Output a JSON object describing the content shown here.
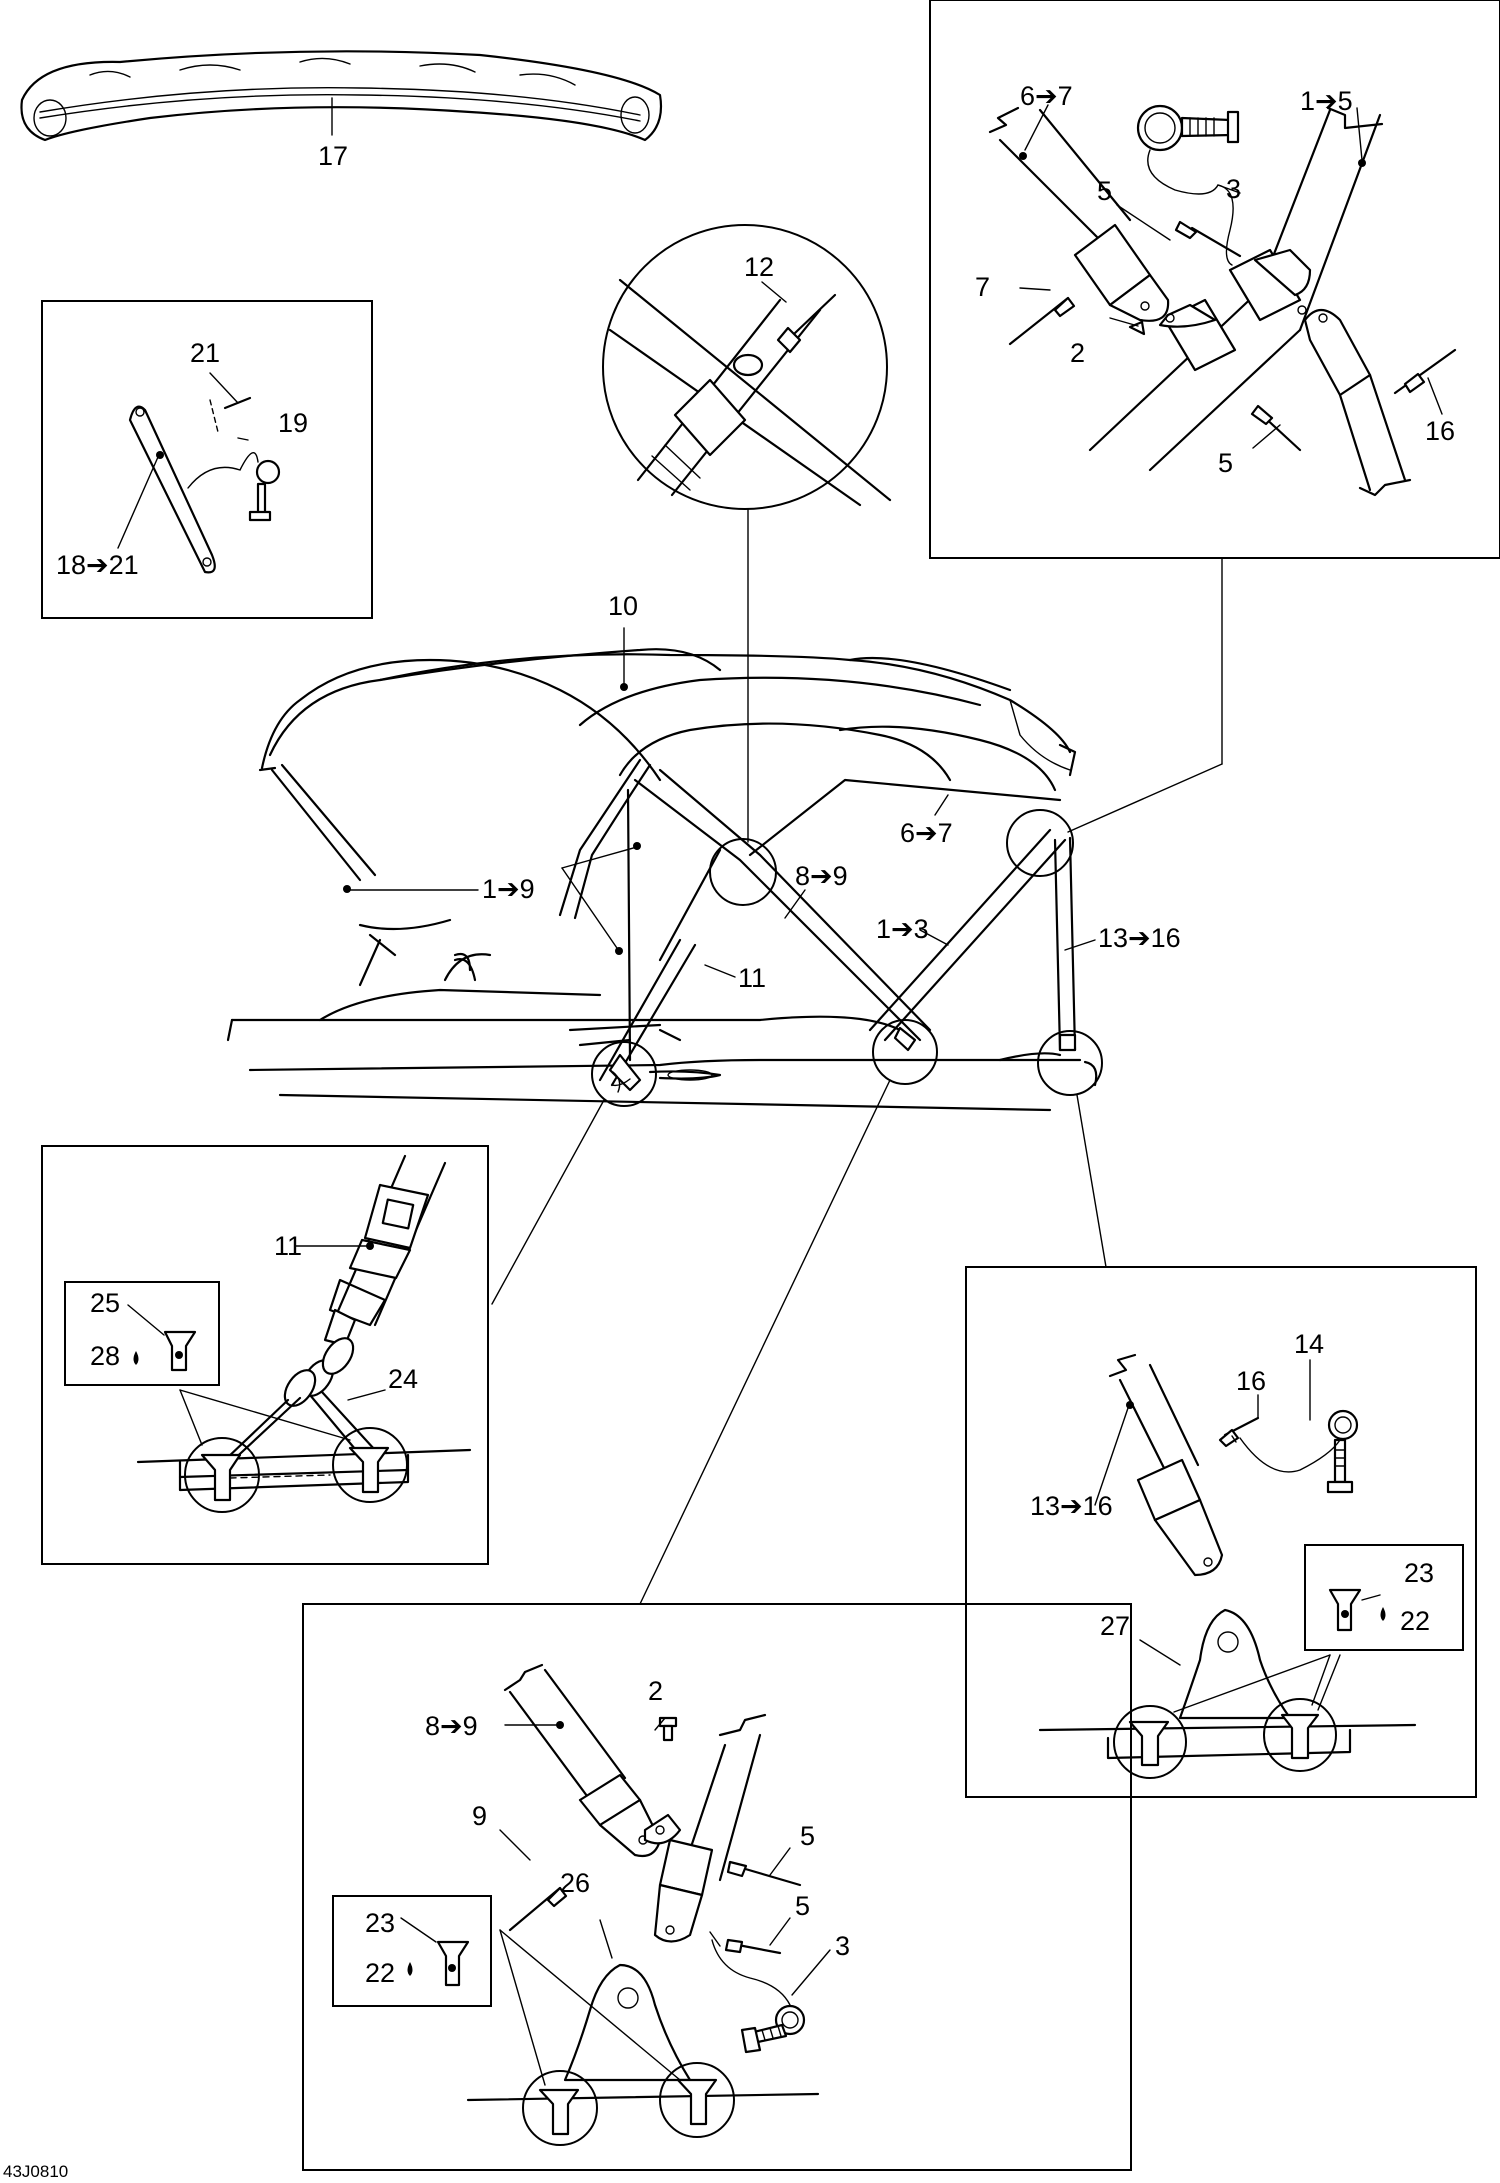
{
  "drawing_code": "43J0810",
  "callouts": {
    "c17": "17",
    "c21_top": "21",
    "c19": "19",
    "c18_21": "18➔21",
    "c12": "12",
    "c6_7_detail": "6➔7",
    "c1_5": "1➔5",
    "c5_a": "5",
    "c3_a": "3",
    "c7": "7",
    "c2_a": "2",
    "c16_a": "16",
    "c5_b": "5",
    "c10": "10",
    "c6_7_main": "6➔7",
    "c1_9": "1➔9",
    "c8_9_main": "8➔9",
    "c1_3": "1➔3",
    "c13_16_main": "13➔16",
    "c11_main": "11",
    "c11_detail": "11",
    "c25": "25",
    "c28": "28",
    "c24": "24",
    "c14": "14",
    "c16_b": "16",
    "c13_16_detail": "13➔16",
    "c23_a": "23",
    "c22_a": "22",
    "c27": "27",
    "c8_9_detail": "8➔9",
    "c2_b": "2",
    "c9": "9",
    "c5_c": "5",
    "c5_d": "5",
    "c26": "26",
    "c3_b": "3",
    "c23_b": "23",
    "c22_b": "22"
  }
}
